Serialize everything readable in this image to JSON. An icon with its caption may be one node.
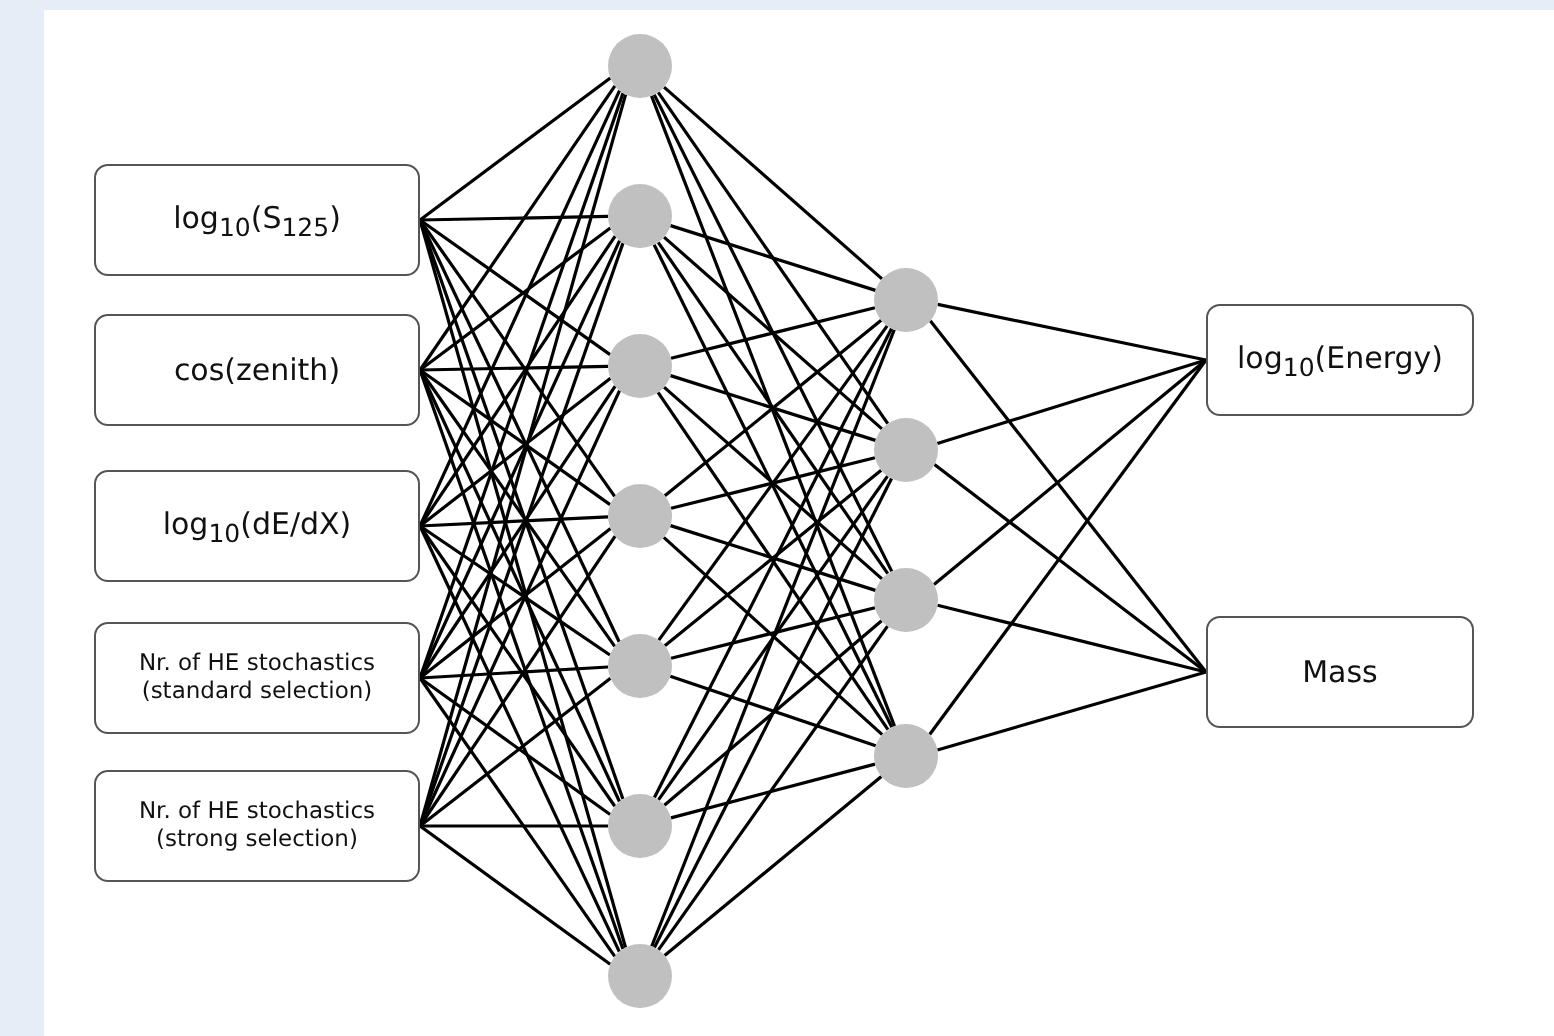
{
  "diagram": {
    "nodes": [
      {
        "text": [
          "log$_{10}$(S$_{125}$)"
        ]
      },
      {
        "text": [
          "cos(zenith)"
        ]
      },
      {
        "text": [
          "log$_{10}$(dE/dX)"
        ]
      },
      {
        "text": [
          "Nr. of HE stochastics (standard selection)"
        ]
      },
      {
        "text": [
          "Nr. of HE stochastics (strong selection)"
        ]
      },
      {
        "text": [],
        "shape": "circle"
      },
      {
        "text": [],
        "shape": "circle"
      },
      {
        "text": [],
        "shape": "circle"
      },
      {
        "text": [],
        "shape": "circle"
      },
      {
        "text": [],
        "shape": "circle"
      },
      {
        "text": [],
        "shape": "circle"
      },
      {
        "text": [],
        "shape": "circle"
      },
      {
        "text": [],
        "shape": "circle"
      },
      {
        "text": [],
        "shape": "circle"
      },
      {
        "text": [],
        "shape": "circle"
      },
      {
        "text": [],
        "shape": "circle"
      },
      {
        "text": [
          "log$_{10}$(Energy)"
        ]
      },
      {
        "text": [
          "Mass"
        ]
      }
    ],
    "edges": [
      {
        "from": 0,
        "to": 5,
        "arrow": "none"
      },
      {
        "from": 0,
        "to": 6,
        "arrow": "none"
      },
      {
        "from": 0,
        "to": 7,
        "arrow": "none"
      },
      {
        "from": 0,
        "to": 8,
        "arrow": "none"
      },
      {
        "from": 0,
        "to": 9,
        "arrow": "none"
      },
      {
        "from": 0,
        "to": 10,
        "arrow": "none"
      },
      {
        "from": 0,
        "to": 11,
        "arrow": "none"
      },
      {
        "from": 1,
        "to": 5,
        "arrow": "none"
      },
      {
        "from": 1,
        "to": 6,
        "arrow": "none"
      },
      {
        "from": 1,
        "to": 7,
        "arrow": "none"
      },
      {
        "from": 1,
        "to": 8,
        "arrow": "none"
      },
      {
        "from": 1,
        "to": 9,
        "arrow": "none"
      },
      {
        "from": 1,
        "to": 10,
        "arrow": "none"
      },
      {
        "from": 1,
        "to": 11,
        "arrow": "none"
      },
      {
        "from": 2,
        "to": 5,
        "arrow": "none"
      },
      {
        "from": 2,
        "to": 6,
        "arrow": "none"
      },
      {
        "from": 2,
        "to": 7,
        "arrow": "none"
      },
      {
        "from": 2,
        "to": 8,
        "arrow": "none"
      },
      {
        "from": 2,
        "to": 9,
        "arrow": "none"
      },
      {
        "from": 2,
        "to": 10,
        "arrow": "none"
      },
      {
        "from": 2,
        "to": 11,
        "arrow": "none"
      },
      {
        "from": 3,
        "to": 5,
        "arrow": "none"
      },
      {
        "from": 3,
        "to": 6,
        "arrow": "none"
      },
      {
        "from": 3,
        "to": 7,
        "arrow": "none"
      },
      {
        "from": 3,
        "to": 8,
        "arrow": "none"
      },
      {
        "from": 3,
        "to": 9,
        "arrow": "none"
      },
      {
        "from": 3,
        "to": 10,
        "arrow": "none"
      },
      {
        "from": 3,
        "to": 11,
        "arrow": "none"
      },
      {
        "from": 4,
        "to": 5,
        "arrow": "none"
      },
      {
        "from": 4,
        "to": 6,
        "arrow": "none"
      },
      {
        "from": 4,
        "to": 7,
        "arrow": "none"
      },
      {
        "from": 4,
        "to": 8,
        "arrow": "none"
      },
      {
        "from": 4,
        "to": 9,
        "arrow": "none"
      },
      {
        "from": 4,
        "to": 10,
        "arrow": "none"
      },
      {
        "from": 4,
        "to": 11,
        "arrow": "none"
      },
      {
        "from": 5,
        "to": 12,
        "arrow": "none"
      },
      {
        "from": 5,
        "to": 13,
        "arrow": "none"
      },
      {
        "from": 5,
        "to": 14,
        "arrow": "none"
      },
      {
        "from": 5,
        "to": 15,
        "arrow": "none"
      },
      {
        "from": 6,
        "to": 12,
        "arrow": "none"
      },
      {
        "from": 6,
        "to": 13,
        "arrow": "none"
      },
      {
        "from": 6,
        "to": 14,
        "arrow": "none"
      },
      {
        "from": 6,
        "to": 15,
        "arrow": "none"
      },
      {
        "from": 7,
        "to": 12,
        "arrow": "none"
      },
      {
        "from": 7,
        "to": 13,
        "arrow": "none"
      },
      {
        "from": 7,
        "to": 14,
        "arrow": "none"
      },
      {
        "from": 7,
        "to": 15,
        "arrow": "none"
      },
      {
        "from": 8,
        "to": 12,
        "arrow": "none"
      },
      {
        "from": 8,
        "to": 13,
        "arrow": "none"
      },
      {
        "from": 8,
        "to": 14,
        "arrow": "none"
      },
      {
        "from": 8,
        "to": 15,
        "arrow": "none"
      },
      {
        "from": 9,
        "to": 12,
        "arrow": "none"
      },
      {
        "from": 9,
        "to": 13,
        "arrow": "none"
      },
      {
        "from": 9,
        "to": 14,
        "arrow": "none"
      },
      {
        "from": 9,
        "to": 15,
        "arrow": "none"
      },
      {
        "from": 10,
        "to": 12,
        "arrow": "none"
      },
      {
        "from": 10,
        "to": 13,
        "arrow": "none"
      },
      {
        "from": 10,
        "to": 14,
        "arrow": "none"
      },
      {
        "from": 10,
        "to": 15,
        "arrow": "none"
      },
      {
        "from": 11,
        "to": 12,
        "arrow": "none"
      },
      {
        "from": 11,
        "to": 13,
        "arrow": "none"
      },
      {
        "from": 11,
        "to": 14,
        "arrow": "none"
      },
      {
        "from": 11,
        "to": 15,
        "arrow": "none"
      },
      {
        "from": 12,
        "to": 16,
        "arrow": "none"
      },
      {
        "from": 12,
        "to": 17,
        "arrow": "none"
      },
      {
        "from": 13,
        "to": 16,
        "arrow": "none"
      },
      {
        "from": 13,
        "to": 17,
        "arrow": "none"
      },
      {
        "from": 14,
        "to": 16,
        "arrow": "none"
      },
      {
        "from": 14,
        "to": 17,
        "arrow": "none"
      },
      {
        "from": 15,
        "to": 16,
        "arrow": "none"
      },
      {
        "from": 15,
        "to": 17,
        "arrow": "none"
      }
    ]
  }
}
